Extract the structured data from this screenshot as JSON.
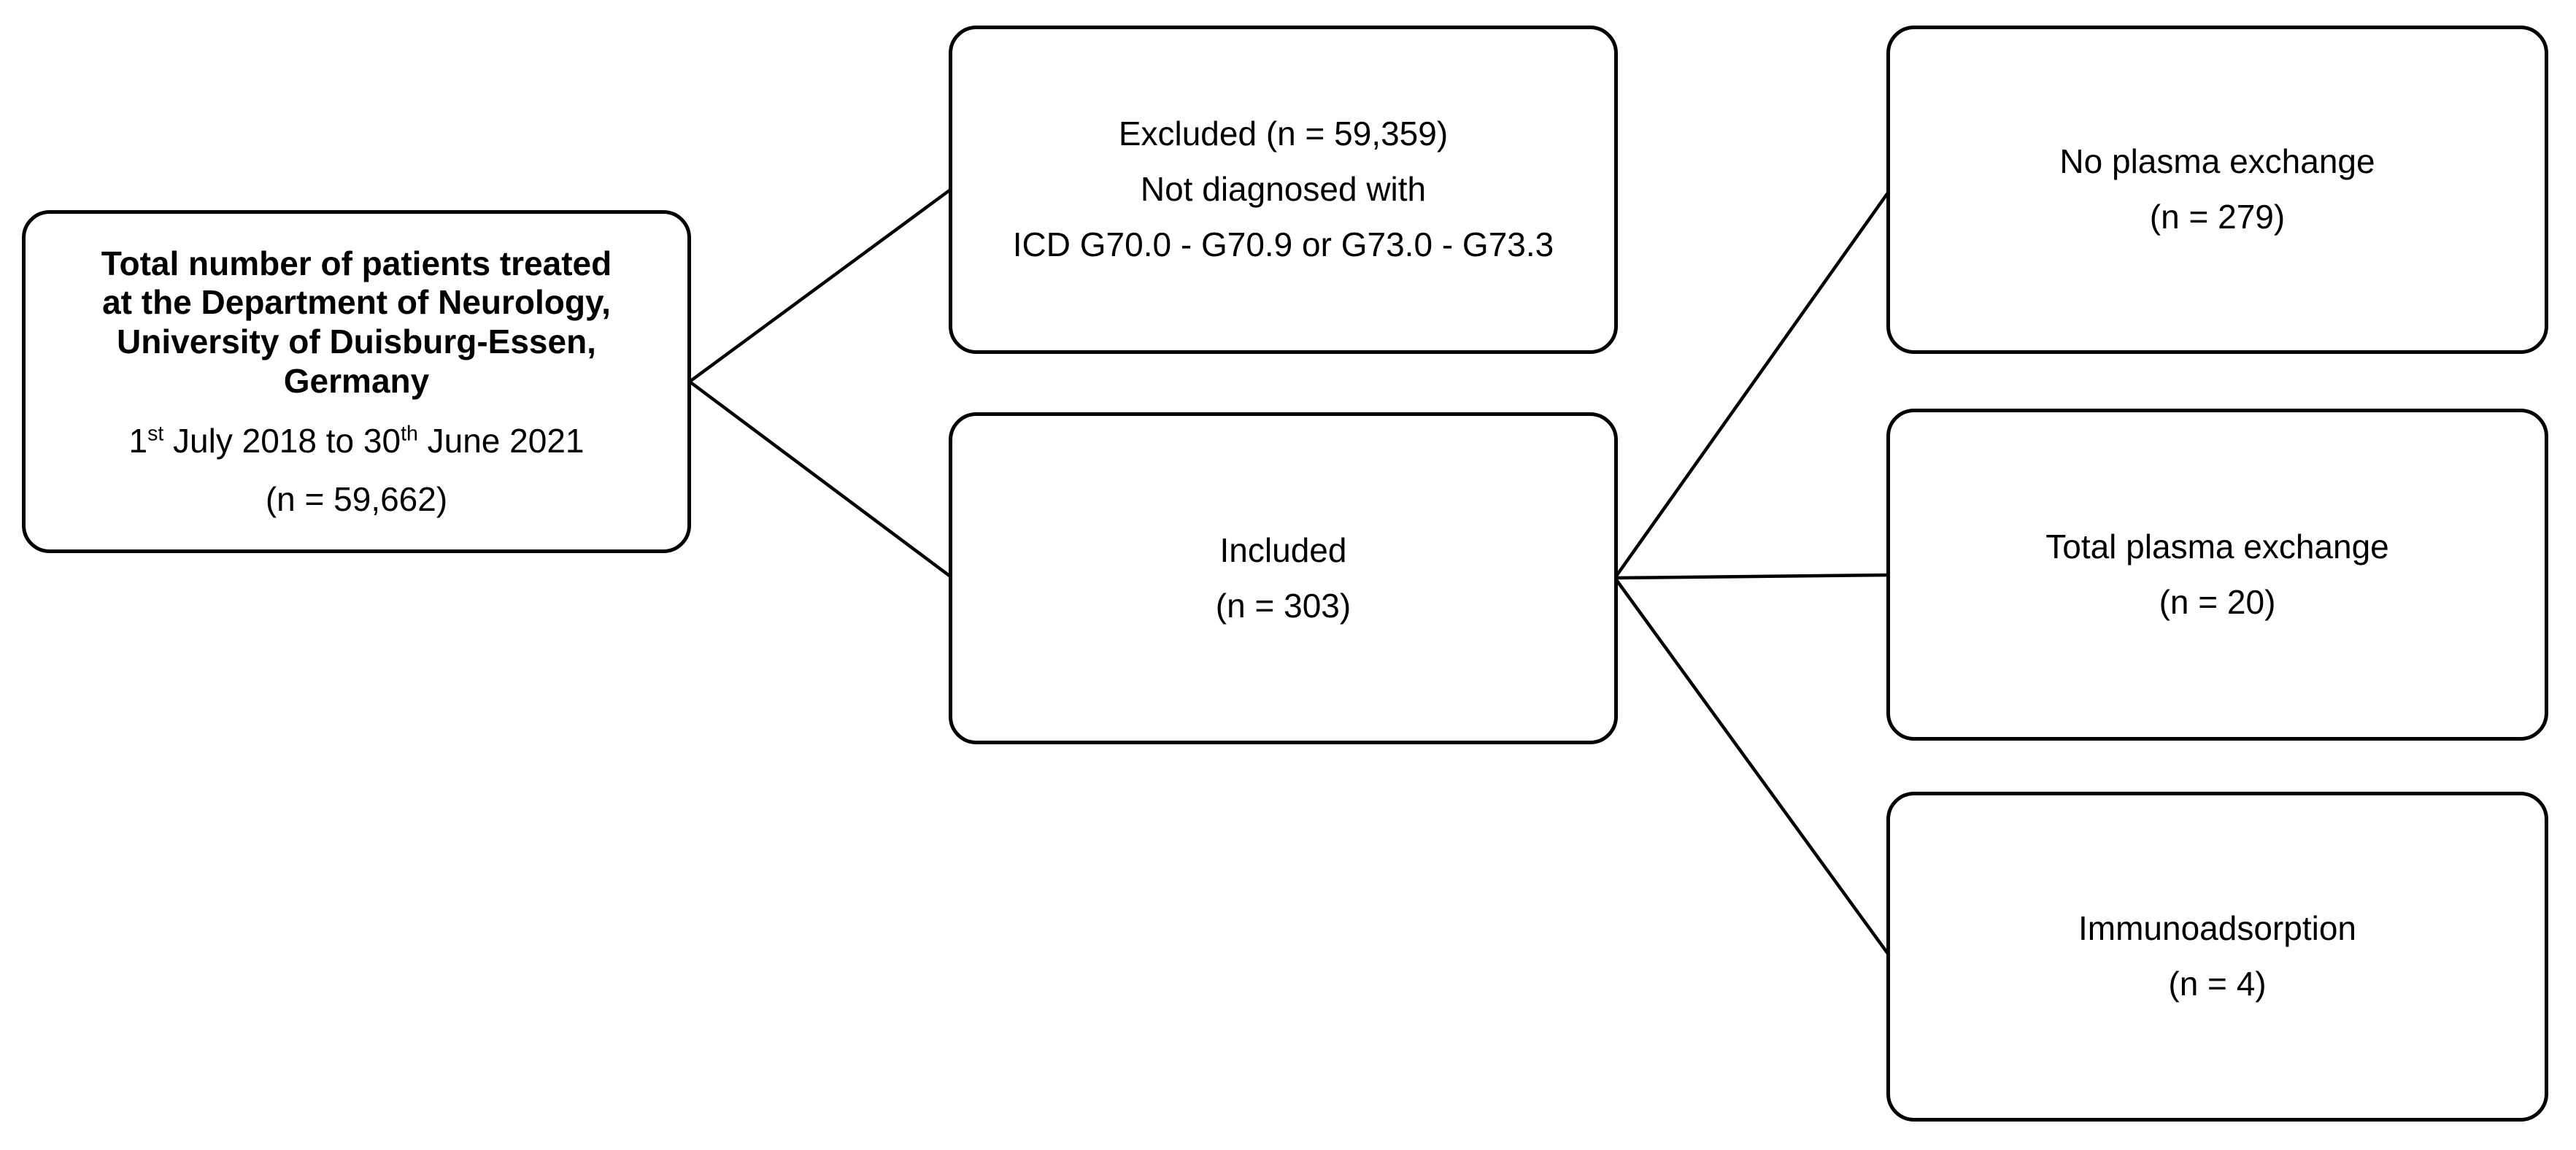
{
  "canvas": {
    "background": "#ffffff",
    "line_color": "#000000"
  },
  "boxes": {
    "total_patients": {
      "bold_lines": [
        "Total number of patients treated",
        "at the Department of Neurology,",
        "University of Duisburg-Essen,",
        "Germany"
      ],
      "period": {
        "p1": "1",
        "sup1": "st",
        "p2": " July 2018 to 30",
        "sup2": "th",
        "p3": " June 2021"
      },
      "count": "(n = 59,662)"
    },
    "excluded": {
      "lines": [
        "Excluded (n = 59,359)",
        "Not diagnosed with",
        "ICD G70.0 - G70.9 or G73.0 - G73.3"
      ]
    },
    "included": {
      "lines": [
        "Included",
        "(n = 303)"
      ]
    },
    "no_plasma_exchange": {
      "lines": [
        "No plasma exchange",
        "(n = 279)"
      ]
    },
    "total_plasma_exchange": {
      "lines": [
        "Total plasma exchange",
        "(n = 20)"
      ]
    },
    "immunoadsorption": {
      "lines": [
        "Immunoadsorption",
        "(n = 4)"
      ]
    }
  }
}
